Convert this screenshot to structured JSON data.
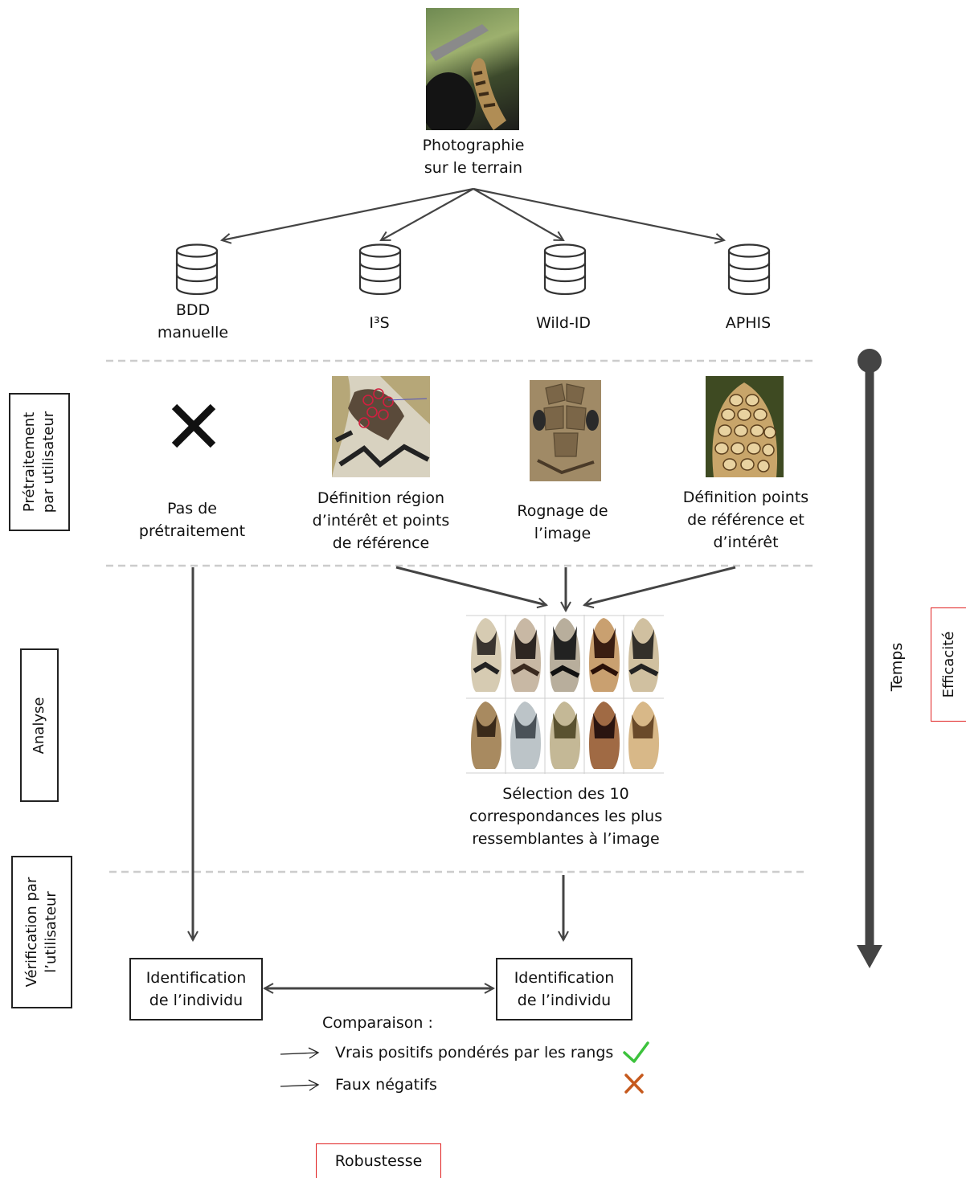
{
  "colors": {
    "arrow": "#444444",
    "dash": "#cccccc",
    "red_box": "#e02020",
    "check": "#3cc23c",
    "cross_orange": "#c65a1e"
  },
  "top": {
    "photo_icon": "snake-photo",
    "caption_line1": "Photographie",
    "caption_line2": "sur le terrain"
  },
  "tools": [
    {
      "line1": "BDD",
      "line2": "manuelle",
      "icon": "database-icon"
    },
    {
      "line1": "I³S",
      "line2": "",
      "icon": "database-icon"
    },
    {
      "line1": "Wild-ID",
      "line2": "",
      "icon": "database-icon"
    },
    {
      "line1": "APHIS",
      "line2": "",
      "icon": "database-icon"
    }
  ],
  "stages": {
    "pretraitement": "Prétraitement\npar utilisateur",
    "analyse": "Analyse",
    "verification": "Vérification par\nl’utilisateur"
  },
  "preprocessing": [
    {
      "line1": "Pas de",
      "line2": "prétraitement",
      "line3": ""
    },
    {
      "line1": "Définition région",
      "line2": "d’intérêt et points",
      "line3": "de référence"
    },
    {
      "line1": "Rognage de",
      "line2": "l’image",
      "line3": ""
    },
    {
      "line1": "Définition points",
      "line2": "de référence et",
      "line3": "d’intérêt"
    }
  ],
  "analysis": {
    "line1": "Sélection des 10",
    "line2": "correspondances les plus",
    "line3": "ressemblantes à l’image"
  },
  "identification": {
    "left_line1": "Identification",
    "left_line2": "de l’individu",
    "right_line1": "Identification",
    "right_line2": "de l’individu"
  },
  "comparison": {
    "title": "Comparaison :",
    "row1": "Vrais positifs  pondérés par les rangs",
    "row2": "Faux négatifs"
  },
  "metrics": {
    "time": "Temps",
    "efficiency": "Efficacité",
    "robustness": "Robustesse"
  }
}
